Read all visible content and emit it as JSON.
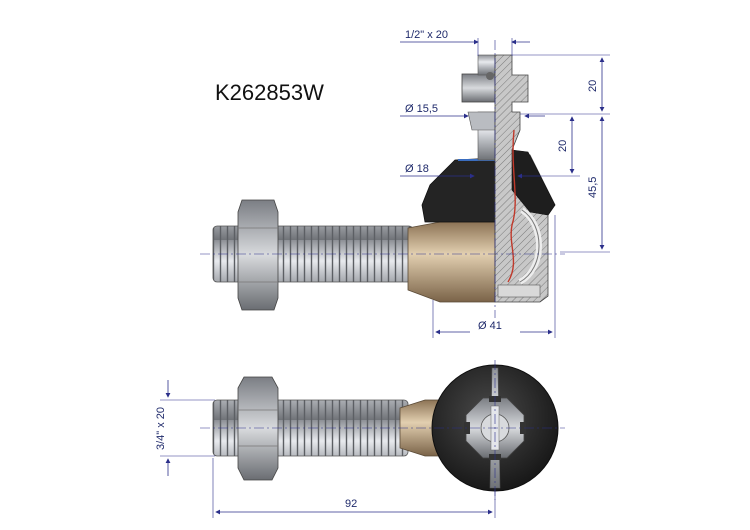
{
  "part_code": "K262853W",
  "dimensions": {
    "top_thread": "1/2\" x 20",
    "height_top": "20",
    "dia_neck": "Ø 15,5",
    "height_mid": "20",
    "dia_boot": "Ø 18",
    "height_total": "45,5",
    "dia_housing": "Ø 41",
    "shank_thread": "3/4\" x 20",
    "length": "92"
  },
  "colors": {
    "dimension": "#2b2f8a",
    "steel": "#c9cbcf",
    "brass": "#bfa27a",
    "rubber": "#2a2a2a",
    "section_hatch": "#8a8a8a",
    "grease": "#c0392b"
  }
}
